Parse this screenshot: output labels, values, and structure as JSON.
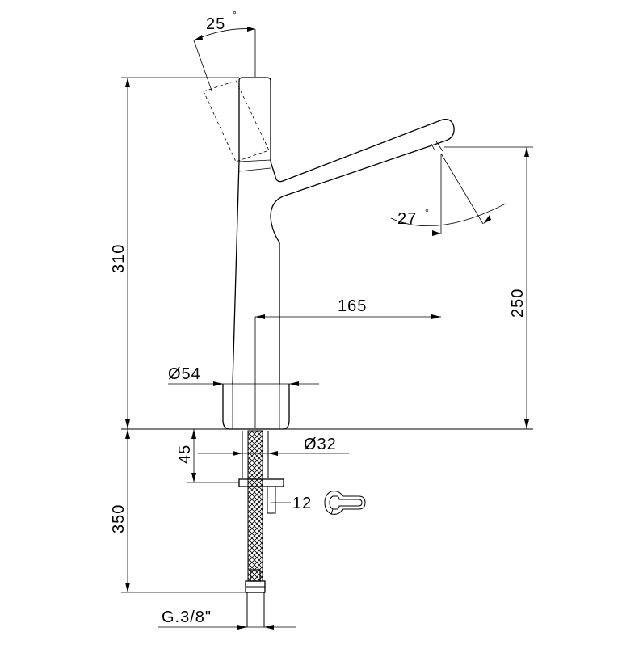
{
  "dimensions": {
    "angle_handle": "25",
    "angle_handle_unit": "°",
    "angle_spout": "27",
    "angle_spout_unit": "°",
    "total_height": "310",
    "spout_height": "250",
    "spout_reach": "165",
    "body_diameter": "Ø54",
    "shank_diameter": "Ø32",
    "shank_length": "45",
    "hose_length": "350",
    "wrench_size": "12",
    "hose_thread": "G.3/8\""
  },
  "icons": {
    "wrench": "wrench-icon"
  },
  "colors": {
    "line": "#000000",
    "background": "#ffffff"
  }
}
